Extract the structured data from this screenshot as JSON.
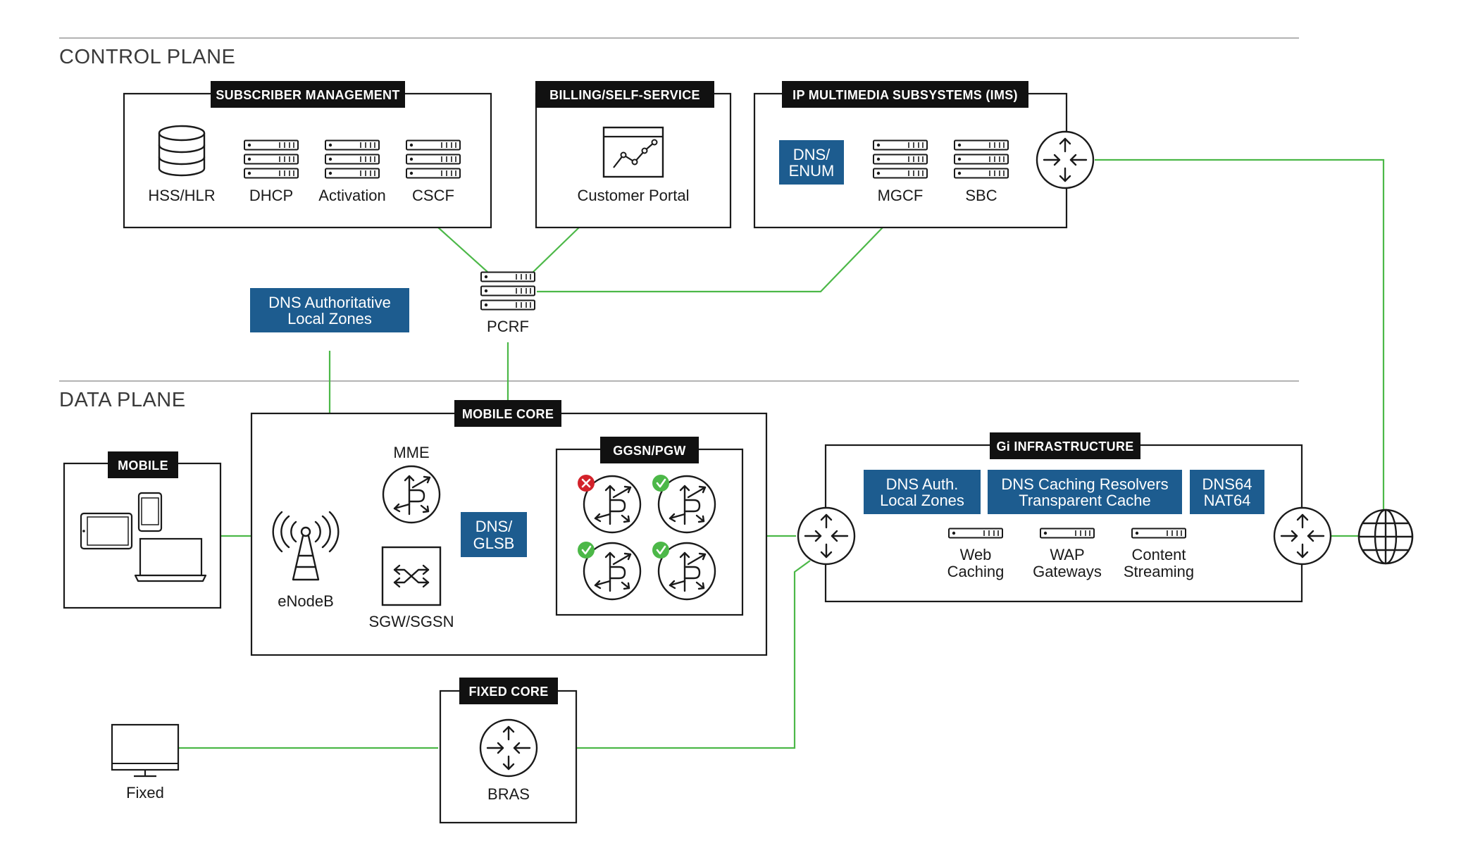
{
  "planes": {
    "control": "CONTROL PLANE",
    "data": "DATA PLANE"
  },
  "groups": {
    "subscriber_management": "SUBSCRIBER MANAGEMENT",
    "billing": "BILLING/SELF-SERVICE",
    "ims": "IP MULTIMEDIA SUBSYSTEMS (IMS)",
    "mobile": "MOBILE",
    "mobile_core": "MOBILE CORE",
    "ggsn": "GGSN/PGW",
    "gi": "Gi INFRASTRUCTURE",
    "fixed_core": "FIXED CORE"
  },
  "nodes": {
    "hss": "HSS/HLR",
    "dhcp": "DHCP",
    "activation": "Activation",
    "cscf": "CSCF",
    "portal": "Customer Portal",
    "mgcf": "MGCF",
    "sbc": "SBC",
    "pcrf": "PCRF",
    "mme": "MME",
    "enodeb": "eNodeB",
    "sgw": "SGW/SGSN",
    "web_caching": [
      "Web",
      "Caching"
    ],
    "wap": [
      "WAP",
      "Gateways"
    ],
    "streaming": [
      "Content",
      "Streaming"
    ],
    "bras": "BRAS",
    "fixed": "Fixed"
  },
  "blue_boxes": {
    "dns_enum": [
      "DNS/",
      "ENUM"
    ],
    "dns_auth_local": [
      "DNS Authoritative",
      "Local Zones"
    ],
    "dns_glsb": [
      "DNS/",
      "GLSB"
    ],
    "dns_auth": [
      "DNS Auth.",
      "Local Zones"
    ],
    "dns_caching": [
      "DNS Caching Resolvers",
      "Transparent Cache"
    ],
    "dns64": [
      "DNS64",
      "NAT64"
    ]
  },
  "colors": {
    "link": "#4cb848",
    "blue_box": "#1d5c8f",
    "tag": "#111111",
    "status_fail": "#d3222a",
    "status_ok": "#4cb848"
  },
  "ggsn_status": [
    "fail",
    "ok",
    "ok",
    "ok"
  ]
}
